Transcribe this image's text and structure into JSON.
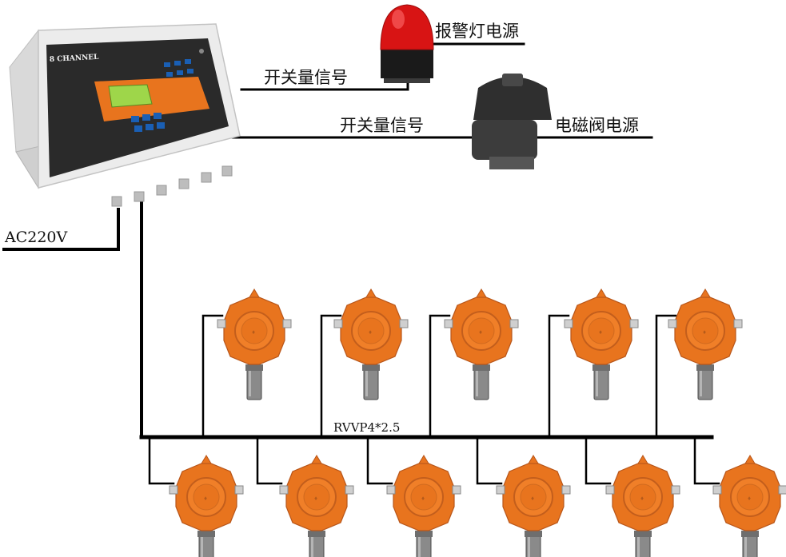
{
  "labels": {
    "alarm_light_power": "报警灯电源",
    "switch_signal_1": "开关量信号",
    "switch_signal_2": "开关量信号",
    "solenoid_valve_power": "电磁阀电源",
    "ac_power": "AC220V",
    "bus_cable": "RVVP4*2.5"
  },
  "controller": {
    "brand_text": "8 CHANNEL"
  },
  "detectors": {
    "top_row_count": 5,
    "bottom_row_count": 6
  },
  "colors": {
    "detector_orange": "#e8741e",
    "alarm_red": "#d81414",
    "controller_panel": "#2a2a2a",
    "wire": "#000000"
  }
}
